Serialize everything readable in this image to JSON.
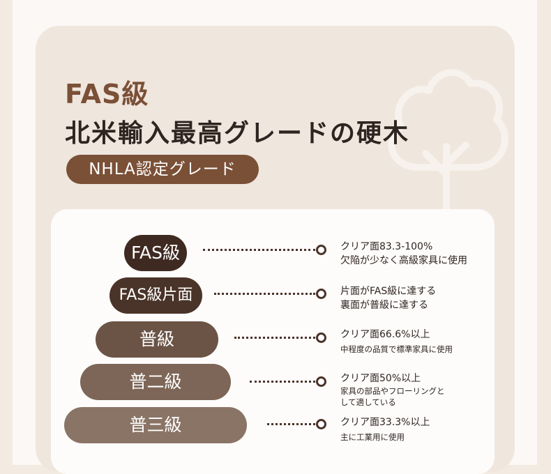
{
  "header": {
    "grade": "FAS級",
    "subtitle": "北米輸入最高グレードの硬木",
    "badge": "NHLA認定グレード"
  },
  "grades": [
    {
      "label": "FAS級",
      "line1": "クリア面83.3-100%",
      "line2": "欠陥が少なく高級家具に使用"
    },
    {
      "label": "FAS級片面",
      "line1": "片面がFAS級に達する",
      "line2": "裏面が普級に達する"
    },
    {
      "label": "普級",
      "line1": "クリア面66.6%以上",
      "line2": "中程度の品質で標準家具に使用"
    },
    {
      "label": "普二級",
      "line1": "クリア面50%以上",
      "line2": "家具の部品やフローリングと",
      "line3": "して適している"
    },
    {
      "label": "普三級",
      "line1": "クリア面33.3%以上",
      "line2": "主に工業用に使用"
    }
  ],
  "colors": {
    "brand_brown": "#7a5037",
    "dark_brown": "#3f2a22",
    "mid_brown": "#6b5446",
    "taupe": "#8a7466",
    "card_bg": "#efe6dd"
  },
  "icons": {
    "background": "tree-icon",
    "connector": "ring-icon"
  }
}
